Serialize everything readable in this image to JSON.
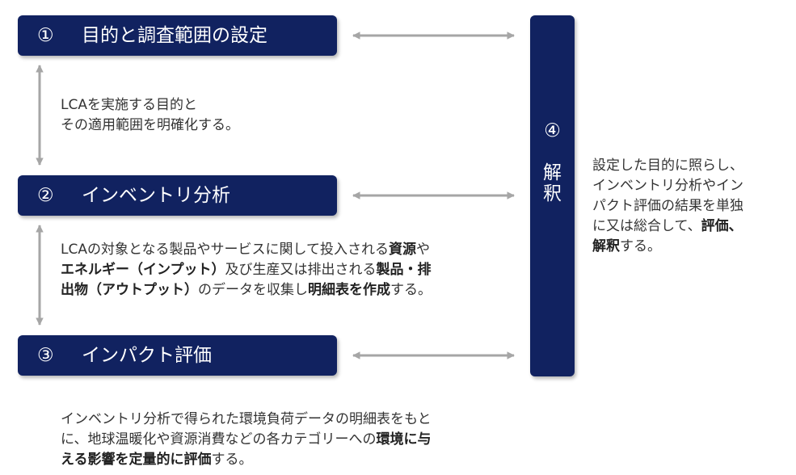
{
  "stages": [
    {
      "number": "①",
      "label": "目的と調査範囲の設定"
    },
    {
      "number": "②",
      "label": "インベントリ分析"
    },
    {
      "number": "③",
      "label": "インパクト評価"
    }
  ],
  "interpretation": {
    "number": "④",
    "label_line1": "解",
    "label_line2": "釈"
  },
  "descriptions": {
    "d1": {
      "line1": "LCAを実施する目的と",
      "line2": "その適用範囲を明確化する。"
    },
    "d2": {
      "l1a": "LCAの対象となる製品やサービスに関して投入される",
      "l1b": "資源",
      "l1c": "や",
      "l2a": "エネルギー（インプット）",
      "l2b": "及び生産又は排出される",
      "l2c": "製品・排",
      "l3a": "出物（アウトプット）",
      "l3b": "のデータを収集し",
      "l3c": "明細表を作成",
      "l3d": "する。"
    },
    "d3": {
      "l1": "インベントリ分析で得られた環境負荷データの明細表をもと",
      "l2a": "に、地球温暖化や資源消費などの各カテゴリーへの",
      "l2b": "環境に与",
      "l3a": "える影響を定量的に評価",
      "l3b": "する。"
    },
    "d4": {
      "l1": "設定した目的に照らし、",
      "l2": "インベントリ分析やイン",
      "l3": "パクト評価の結果を単独",
      "l4a": "に又は総合して、",
      "l4b": "評価、",
      "l5a": "解釈",
      "l5b": "する。"
    }
  },
  "colors": {
    "box_fill": "#112260",
    "arrow": "#a6a6a6",
    "text": "#333333"
  }
}
